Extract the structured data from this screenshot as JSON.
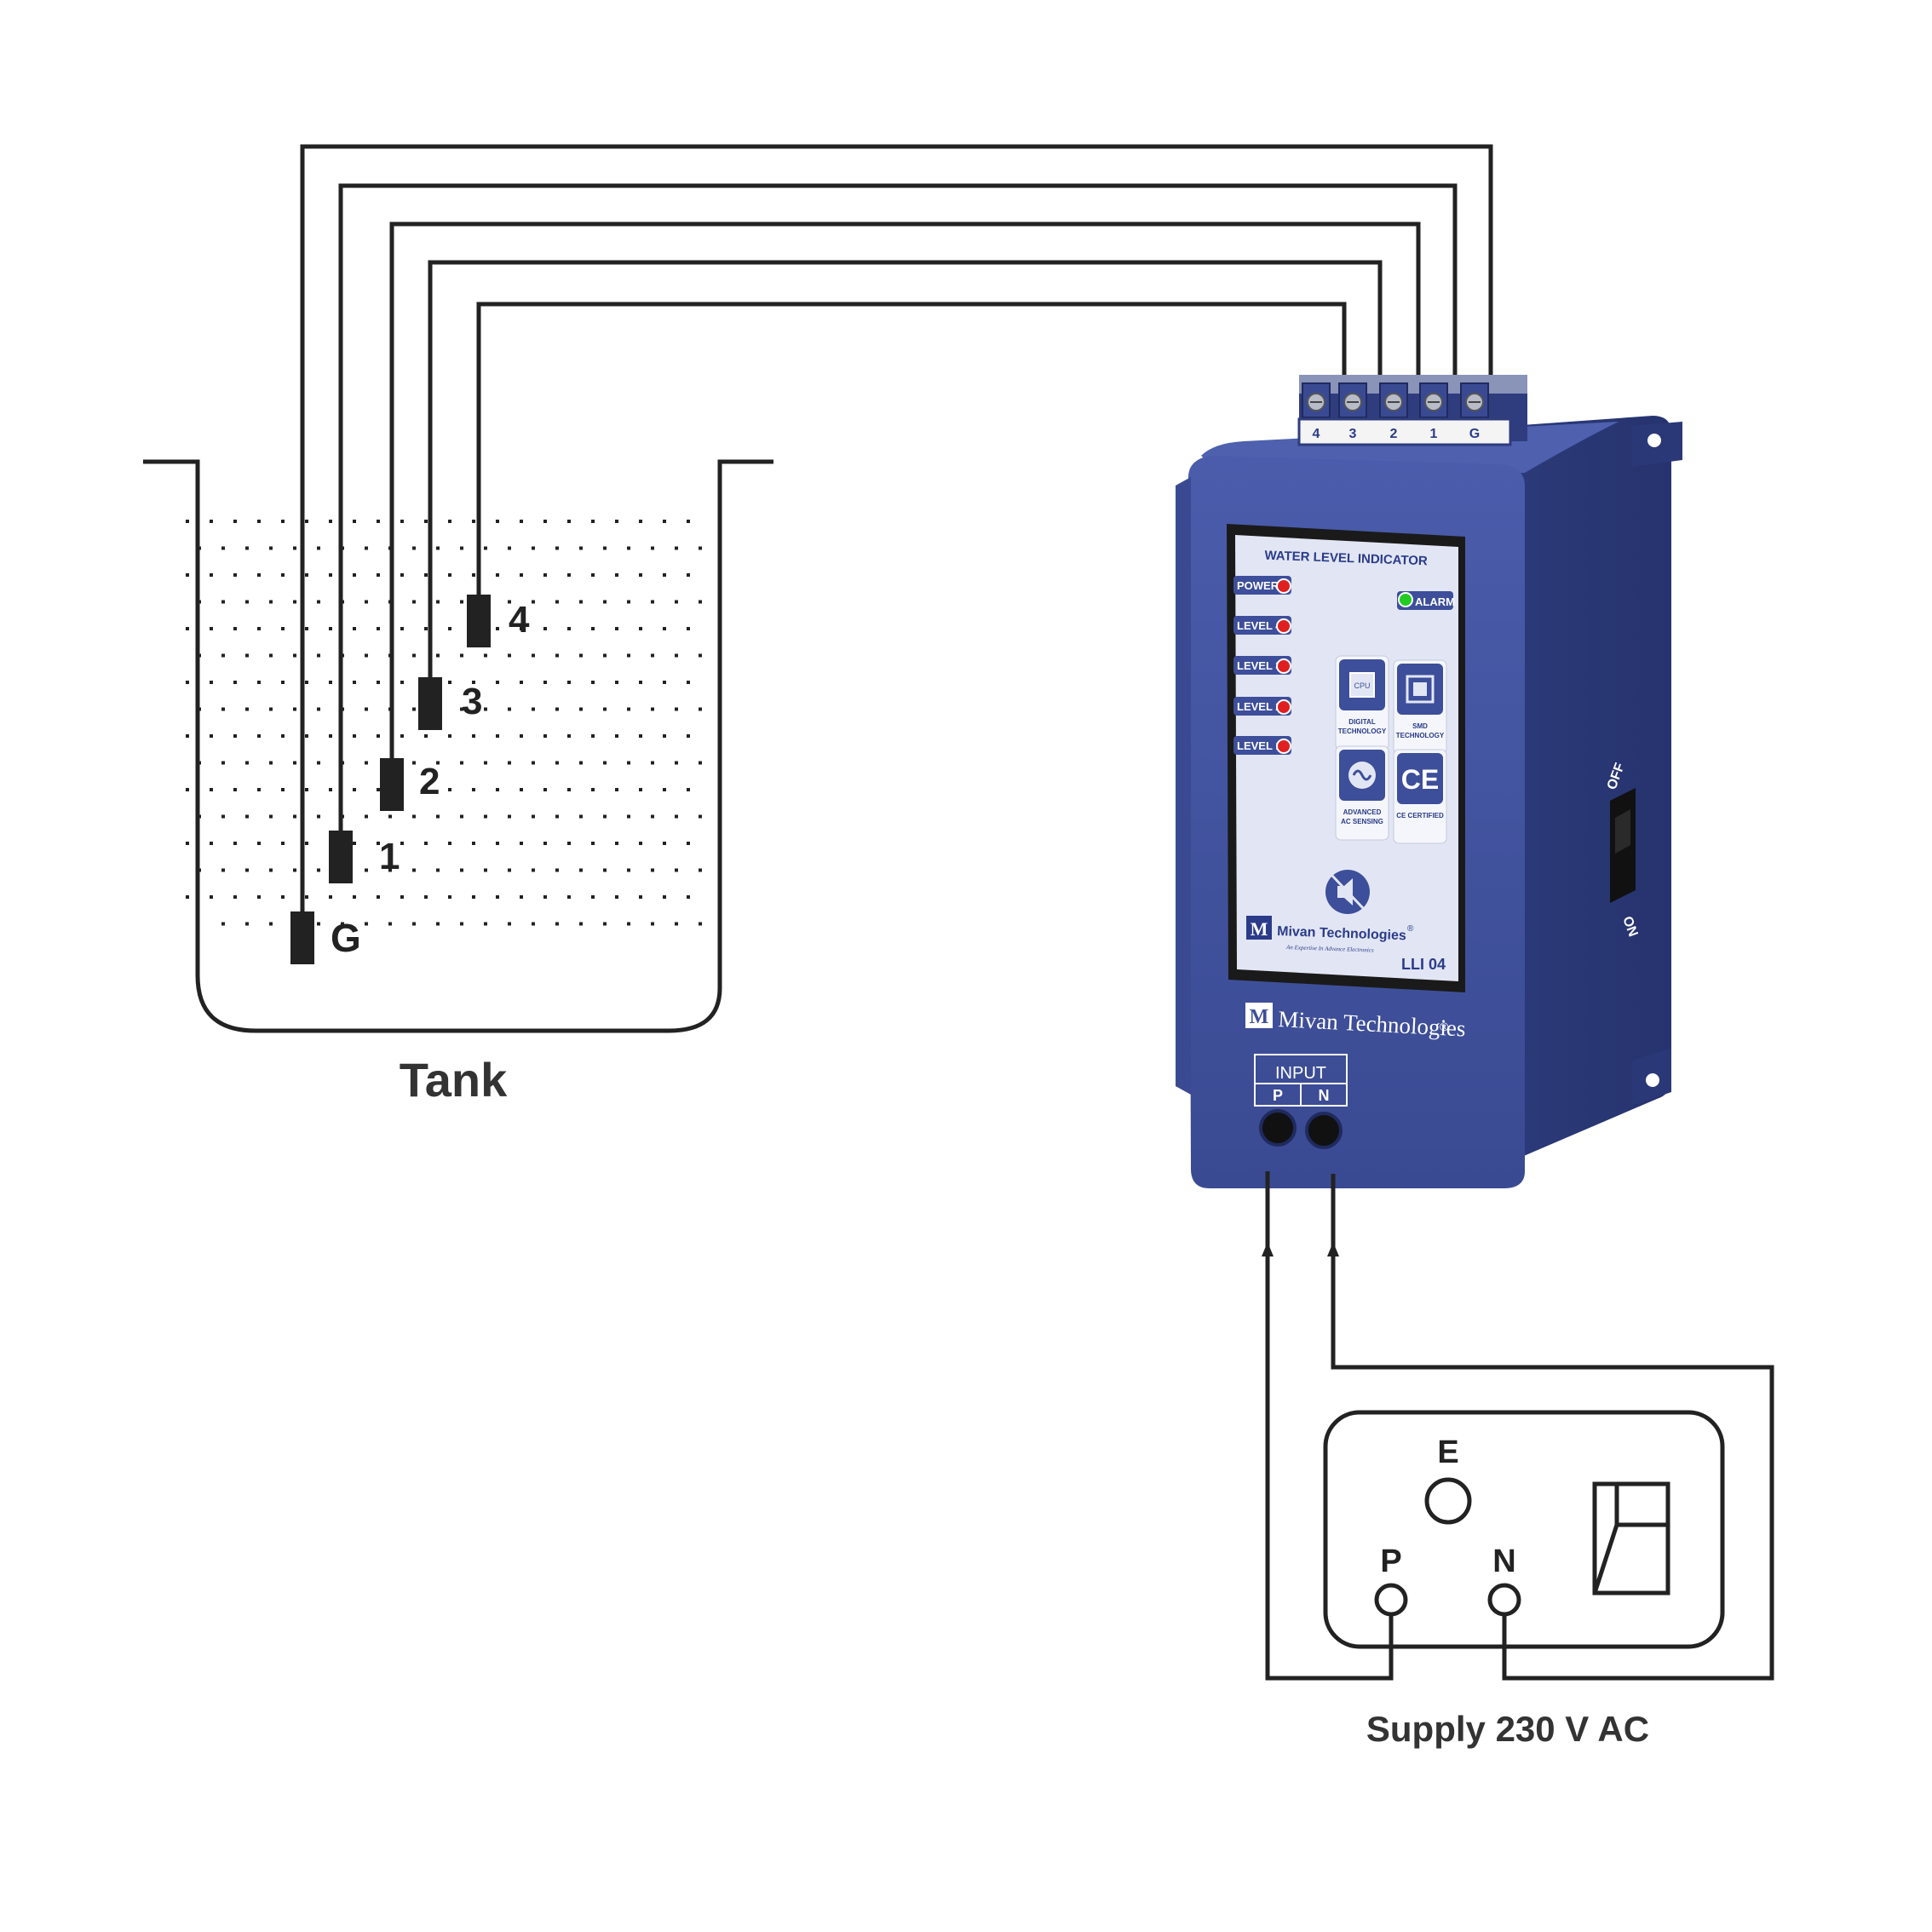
{
  "tank": {
    "label": "Tank",
    "probes": [
      {
        "id": "4",
        "label": "4"
      },
      {
        "id": "3",
        "label": "3"
      },
      {
        "id": "2",
        "label": "2"
      },
      {
        "id": "1",
        "label": "1"
      },
      {
        "id": "g",
        "label": "G"
      }
    ]
  },
  "device": {
    "terminals": [
      "4",
      "3",
      "2",
      "1",
      "G"
    ],
    "panel_title": "WATER LEVEL INDICATOR",
    "indicators": [
      {
        "label": "POWER",
        "color": "#e02020"
      },
      {
        "label": "LEVEL 4",
        "color": "#e02020"
      },
      {
        "label": "LEVEL 3",
        "color": "#e02020"
      },
      {
        "label": "LEVEL 2",
        "color": "#e02020"
      },
      {
        "label": "LEVEL 1",
        "color": "#e02020"
      }
    ],
    "alarm": {
      "label": "ALARM",
      "color": "#22cc22"
    },
    "features": [
      {
        "icon": "cpu-icon",
        "icon_text": "CPU",
        "line1": "DIGITAL",
        "line2": "TECHNOLOGY"
      },
      {
        "icon": "smd-chip-icon",
        "icon_text": "",
        "line1": "SMD",
        "line2": "TECHNOLOGY"
      },
      {
        "icon": "ac-sine-icon",
        "icon_text": "",
        "line1": "ADVANCED",
        "line2": "AC SENSING"
      },
      {
        "icon": "ce-mark-icon",
        "icon_text": "CE",
        "line1": "CE CERTIFIED",
        "line2": ""
      }
    ],
    "mute_icon": "speaker-mute-icon",
    "panel_brand": "Mivan Technologies",
    "panel_brand_reg": "®",
    "panel_tagline": "An Expertise In Advance Electronics",
    "model": "LLI 04",
    "body_brand": "Mivan Technologies",
    "body_brand_reg": "®",
    "logo_letters": "M",
    "input_label": "INPUT",
    "input_p": "P",
    "input_n": "N",
    "switch_off": "OFF",
    "switch_on": "ON",
    "body_color": "#3d4e9a",
    "panel_color": "#e2e6f4"
  },
  "supply": {
    "label": "Supply 230 V AC",
    "earth": "E",
    "phase": "P",
    "neutral": "N"
  }
}
